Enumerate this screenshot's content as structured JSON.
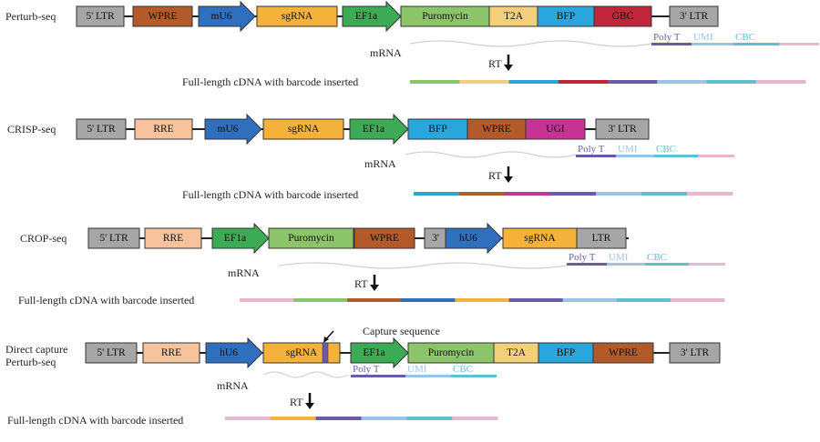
{
  "colors": {
    "ltr": "#a6a6a6",
    "wpre": "#b35a2a",
    "promoter": "#2f6fbd",
    "sgrna": "#f5b23a",
    "ef1a": "#3daa55",
    "puromycin": "#8cc46a",
    "t2a": "#f3cf7a",
    "bfp": "#29a6dc",
    "gbc": "#c0263a",
    "rre": "#f6c39c",
    "ugi": "#c73394",
    "polyT": "#6a5aaa",
    "umi": "#9cc3e6",
    "cbc": "#5cc3cc",
    "pink": "#e6b8d0",
    "mrna_line": "#d0d0d0"
  },
  "labels": {
    "mrna": "mRNA",
    "rt": "RT",
    "cdna": "Full-length cDNA with barcode inserted",
    "polyT": "Poly T",
    "umi": "UMI",
    "cbc": "CBC",
    "capture": "Capture sequence"
  },
  "rows": [
    {
      "title": "Perturb-seq",
      "elements": [
        {
          "label": "5' LTR",
          "color": "ltr"
        },
        {
          "label": "WPRE",
          "color": "wpre"
        },
        {
          "label": "mU6",
          "color": "promoter",
          "arrow": true
        },
        {
          "label": "sgRNA",
          "color": "sgrna"
        },
        {
          "label": "EF1a",
          "color": "ef1a",
          "arrow": true
        },
        {
          "label": "Puromycin",
          "color": "puromycin"
        },
        {
          "label": "T2A",
          "color": "t2a"
        },
        {
          "label": "BFP",
          "color": "bfp"
        },
        {
          "label": "GBC",
          "color": "gbc"
        },
        {
          "label": "3' LTR",
          "color": "ltr"
        }
      ],
      "cdna": [
        "puromycin",
        "t2a",
        "bfp",
        "gbc",
        "polyT",
        "umi",
        "cbc",
        "pink"
      ]
    },
    {
      "title": "CRISP-seq",
      "elements": [
        {
          "label": "5' LTR",
          "color": "ltr"
        },
        {
          "label": "RRE",
          "color": "rre"
        },
        {
          "label": "mU6",
          "color": "promoter",
          "arrow": true
        },
        {
          "label": "sgRNA",
          "color": "sgrna"
        },
        {
          "label": "EF1a",
          "color": "ef1a",
          "arrow": true
        },
        {
          "label": "BFP",
          "color": "bfp"
        },
        {
          "label": "WPRE",
          "color": "wpre"
        },
        {
          "label": "UGI",
          "color": "ugi"
        },
        {
          "label": "3' LTR",
          "color": "ltr"
        }
      ],
      "cdna": [
        "bfp",
        "wpre",
        "ugi",
        "polyT",
        "umi",
        "cbc",
        "pink"
      ]
    },
    {
      "title": "CROP-seq",
      "elements": [
        {
          "label": "5' LTR",
          "color": "ltr"
        },
        {
          "label": "RRE",
          "color": "rre"
        },
        {
          "label": "EF1a",
          "color": "ef1a",
          "arrow": true
        },
        {
          "label": "Puromycin",
          "color": "puromycin"
        },
        {
          "label": "WPRE",
          "color": "wpre"
        },
        {
          "label": "3'",
          "color": "ltr"
        },
        {
          "label": "hU6",
          "color": "promoter",
          "arrow": true
        },
        {
          "label": "sgRNA",
          "color": "sgrna"
        },
        {
          "label": "LTR",
          "color": "ltr"
        }
      ],
      "cdna": [
        "pink",
        "puromycin",
        "wpre",
        "promoter",
        "sgrna",
        "polyT",
        "umi",
        "cbc",
        "pink"
      ]
    },
    {
      "title_line1": "Direct capture",
      "title_line2": "Perturb-seq",
      "elements": [
        {
          "label": "5' LTR",
          "color": "ltr"
        },
        {
          "label": "RRE",
          "color": "rre"
        },
        {
          "label": "hU6",
          "color": "promoter",
          "arrow": true
        },
        {
          "label": "sgRNA",
          "color": "sgrna"
        },
        {
          "label": "EF1a",
          "color": "ef1a",
          "arrow": true
        },
        {
          "label": "Puromycin",
          "color": "puromycin"
        },
        {
          "label": "T2A",
          "color": "t2a"
        },
        {
          "label": "BFP",
          "color": "bfp"
        },
        {
          "label": "WPRE",
          "color": "wpre"
        },
        {
          "label": "3' LTR",
          "color": "ltr"
        }
      ],
      "cdna": [
        "pink",
        "sgrna",
        "polyT",
        "umi",
        "cbc",
        "pink"
      ]
    }
  ]
}
